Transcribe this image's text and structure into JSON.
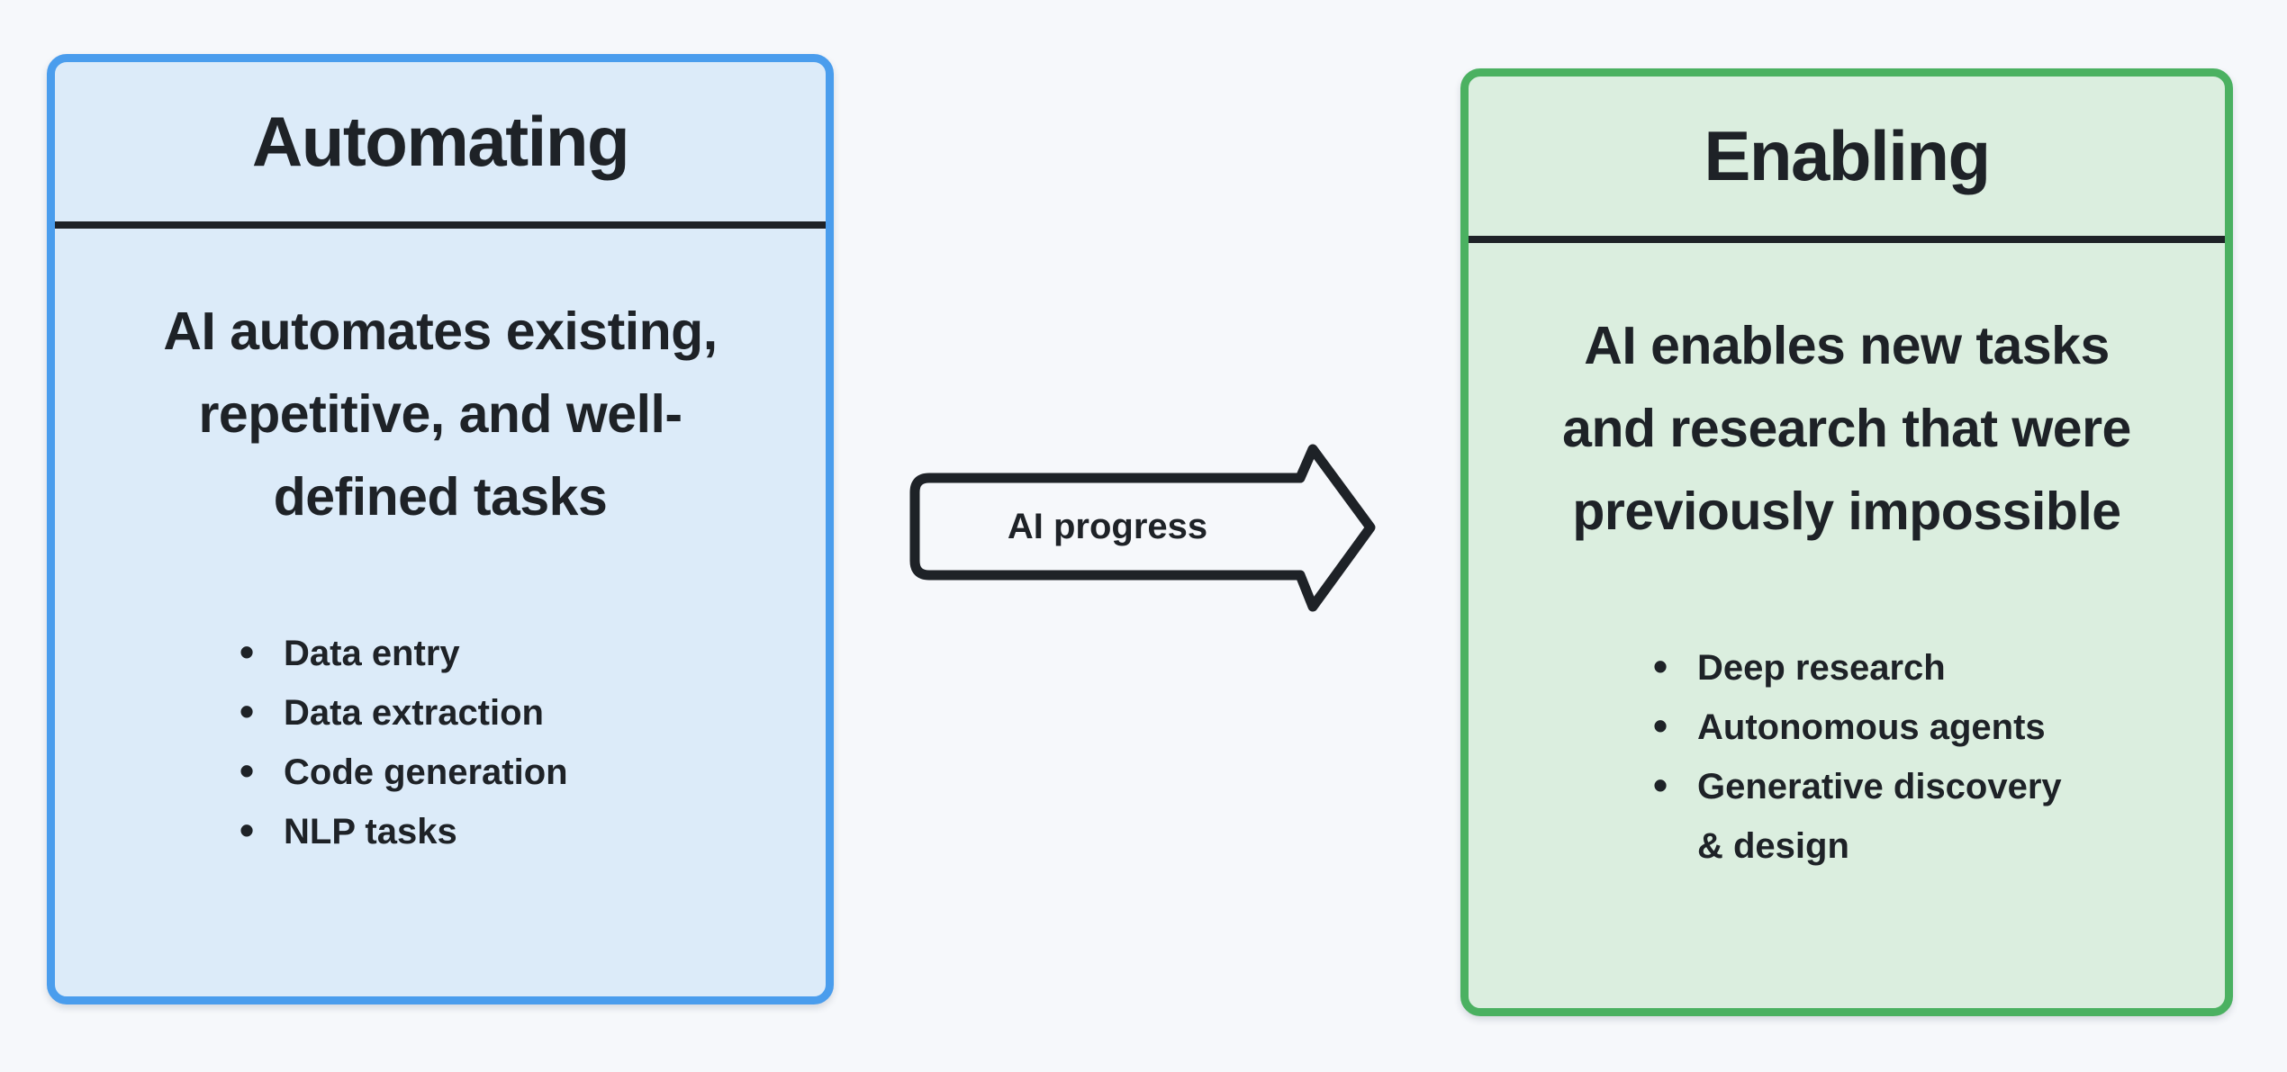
{
  "colors": {
    "bg": "#f6f8fb",
    "ink": "#1e2227",
    "blue-border": "#4a9ded",
    "blue-fill": "#dcebf9",
    "green-border": "#4bb161",
    "green-fill": "#dbeedf"
  },
  "cards": {
    "automating": {
      "title": "Automating",
      "description_lines": [
        "AI automates existing,",
        "repetitive, and well-",
        "defined tasks"
      ],
      "bullets": [
        "Data entry",
        "Data extraction",
        "Code generation",
        "NLP tasks"
      ]
    },
    "enabling": {
      "title": "Enabling",
      "description_lines": [
        "AI enables new tasks",
        "and research that were",
        "previously impossible"
      ],
      "bullets": [
        "Deep research",
        "Autonomous agents",
        "Generative discovery\n& design"
      ]
    }
  },
  "arrow": {
    "label": "AI progress"
  }
}
